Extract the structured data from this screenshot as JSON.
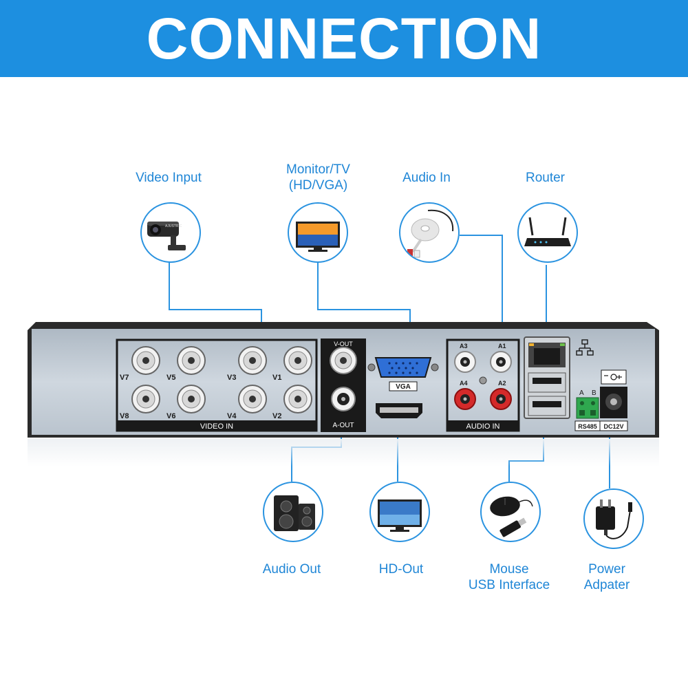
{
  "title": "CONNECTION",
  "devices": {
    "video_input": "Video Input",
    "monitor_tv": [
      "Monitor/TV",
      "(HD/VGA)"
    ],
    "audio_in": "Audio In",
    "router": "Router",
    "audio_out": "Audio Out",
    "hd_out": "HD-Out",
    "mouse_usb": [
      "Mouse",
      "USB Interface"
    ],
    "power": [
      "Power",
      "Adpater"
    ]
  },
  "panel": {
    "channels_top": [
      "V7",
      "V5",
      "V3",
      "V1"
    ],
    "channels_bottom": [
      "V8",
      "V6",
      "V4",
      "V2"
    ],
    "video_in": "VIDEO IN",
    "v_out": "V-OUT",
    "a_out": "A-OUT",
    "vga": "VGA",
    "audio_ch_top": [
      "A3",
      "A1"
    ],
    "audio_ch_bottom": [
      "A4",
      "A2"
    ],
    "audio_in": "AUDIO IN",
    "rs485_ab": [
      "A",
      "B"
    ],
    "rs485": "RS485",
    "dc12v": "DC12V",
    "camera_brand": "AJUSTRIC"
  },
  "colors": {
    "banner": "#1d8fe0",
    "label": "#1f86d6",
    "accent_line": "#2a93e0",
    "panel_face": "#c8d2dc",
    "panel_dark": "#1a1a1a"
  }
}
